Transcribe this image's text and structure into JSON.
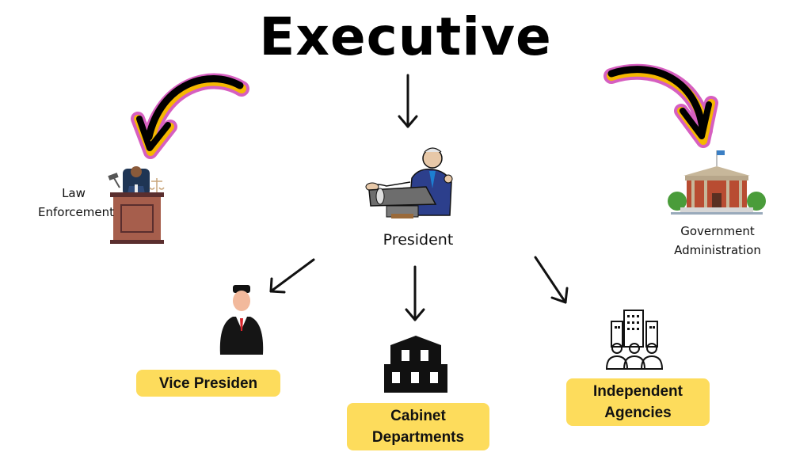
{
  "title": "Executive",
  "nodes": {
    "president": {
      "label": "President",
      "icon": "president-at-podium-icon"
    },
    "law_enforcement": {
      "label_line1": "Law",
      "label_line2": "Enforcement",
      "icon": "judge-at-bench-icon"
    },
    "government_administration": {
      "label_line1": "Government",
      "label_line2": "Administration",
      "icon": "government-building-icon"
    },
    "vice_president": {
      "label": "Vice Presiden",
      "icon": "man-in-suit-icon"
    },
    "cabinet_departments": {
      "label_line1": "Cabinet",
      "label_line2": "Departments",
      "icon": "building-icon"
    },
    "independent_agencies": {
      "label_line1": "Independent",
      "label_line2": "Agencies",
      "icon": "office-buildings-people-icon"
    }
  },
  "edges": [
    {
      "from": "Executive",
      "to": "President",
      "style": "thin-arrow"
    },
    {
      "from": "Executive",
      "to": "Law Enforcement",
      "style": "curved-highlight-arrow"
    },
    {
      "from": "Executive",
      "to": "Government Administration",
      "style": "curved-highlight-arrow"
    },
    {
      "from": "President",
      "to": "Vice Presiden",
      "style": "thin-arrow"
    },
    {
      "from": "President",
      "to": "Cabinet Departments",
      "style": "thin-arrow"
    },
    {
      "from": "President",
      "to": "Independent Agencies",
      "style": "thin-arrow"
    }
  ],
  "colors": {
    "pill_fill": "#fddc5c",
    "arrow_outline": "#d65fc0",
    "arrow_highlight": "#f5b800",
    "arrow_body": "#000000"
  }
}
